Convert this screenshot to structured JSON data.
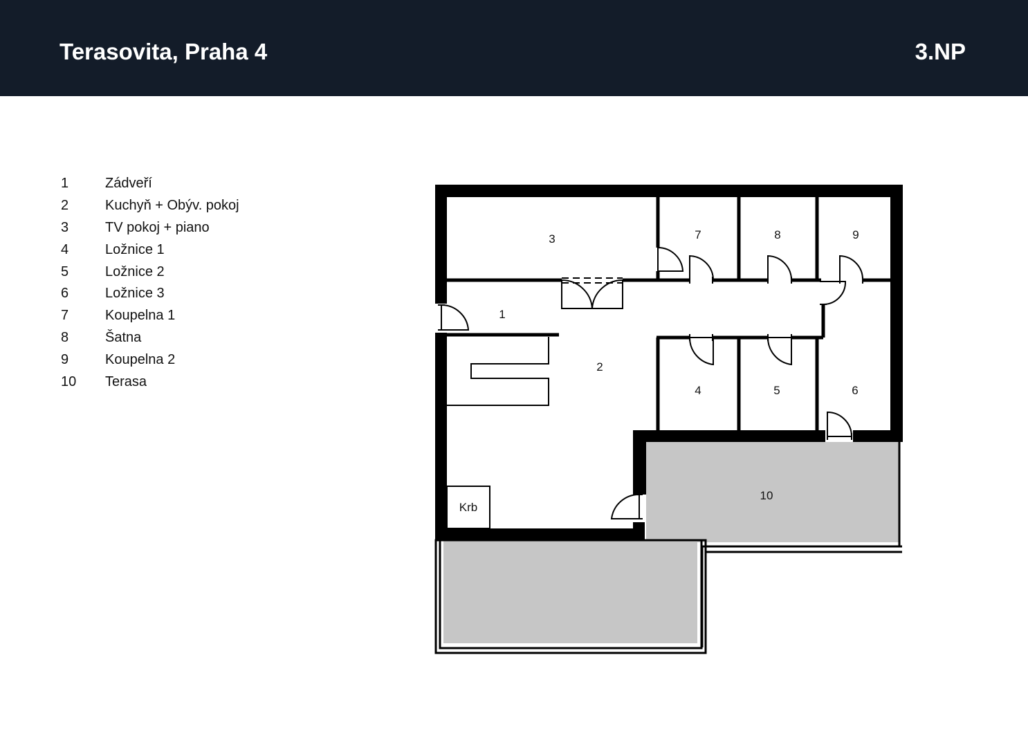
{
  "header": {
    "title": "Terasovita, Praha 4",
    "floor": "3.NP"
  },
  "legend": [
    {
      "num": "1",
      "name": "Zádveří"
    },
    {
      "num": "2",
      "name": "Kuchyň + Obýv. pokoj"
    },
    {
      "num": "3",
      "name": "TV pokoj + piano"
    },
    {
      "num": "4",
      "name": "Ložnice 1"
    },
    {
      "num": "5",
      "name": "Ložnice 2"
    },
    {
      "num": "6",
      "name": "Ložnice 3"
    },
    {
      "num": "7",
      "name": "Koupelna 1"
    },
    {
      "num": "8",
      "name": "Šatna"
    },
    {
      "num": "9",
      "name": "Koupelna 2"
    },
    {
      "num": "10",
      "name": "Terasa"
    }
  ],
  "plan": {
    "rooms": {
      "r1": "1",
      "r2": "2",
      "r3": "3",
      "r4": "4",
      "r5": "5",
      "r6": "6",
      "r7": "7",
      "r8": "8",
      "r9": "9",
      "r10": "10"
    },
    "fireplace": "Krb",
    "colors": {
      "wall": "#000000",
      "terrace": "#c6c6c6",
      "header_bg": "#131c29"
    }
  }
}
